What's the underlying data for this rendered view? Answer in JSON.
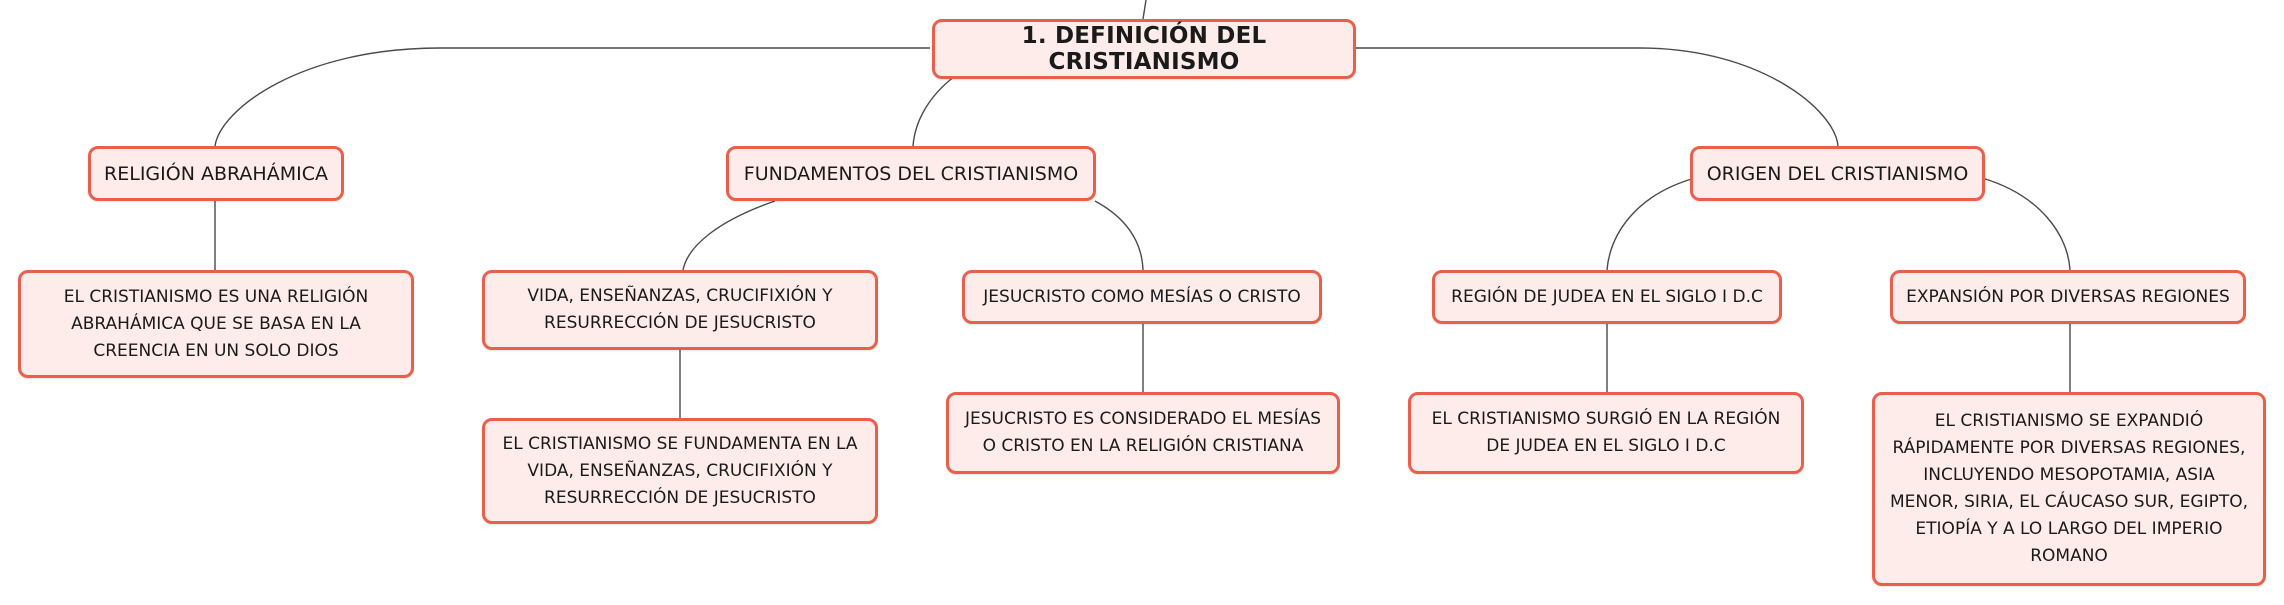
{
  "colors": {
    "node_fill": "#fdecea",
    "node_border": "#e8604c",
    "connector": "#4a4a4a",
    "text": "#1a1a1a"
  },
  "root": {
    "label": "1. DEFINICIÓN DEL CRISTIANISMO"
  },
  "branches": [
    {
      "label": "RELIGIÓN ABRAHÁMICA",
      "children": [
        {
          "label": "EL CRISTIANISMO ES UNA RELIGIÓN ABRAHÁMICA QUE SE BASA EN LA CREENCIA EN UN SOLO DIOS"
        }
      ]
    },
    {
      "label": "FUNDAMENTOS DEL CRISTIANISMO",
      "children": [
        {
          "label": "VIDA, ENSEÑANZAS, CRUCIFIXIÓN Y RESURRECCIÓN DE JESUCRISTO",
          "children": [
            {
              "label": "EL CRISTIANISMO SE FUNDAMENTA EN LA VIDA, ENSEÑANZAS, CRUCIFIXIÓN Y RESURRECCIÓN DE JESUCRISTO"
            }
          ]
        },
        {
          "label": "JESUCRISTO COMO MESÍAS O CRISTO",
          "children": [
            {
              "label": "JESUCRISTO ES CONSIDERADO EL MESÍAS O CRISTO EN LA RELIGIÓN CRISTIANA"
            }
          ]
        }
      ]
    },
    {
      "label": "ORIGEN DEL CRISTIANISMO",
      "children": [
        {
          "label": "REGIÓN DE JUDEA EN EL SIGLO I D.C",
          "children": [
            {
              "label": "EL CRISTIANISMO SURGIÓ EN LA REGIÓN DE JUDEA EN EL SIGLO I D.C"
            }
          ]
        },
        {
          "label": "EXPANSIÓN POR DIVERSAS REGIONES",
          "children": [
            {
              "label": "EL CRISTIANISMO SE EXPANDIÓ RÁPIDAMENTE POR DIVERSAS REGIONES, INCLUYENDO MESOPOTAMIA, ASIA MENOR, SIRIA, EL CÁUCASO SUR, EGIPTO, ETIOPÍA Y A LO LARGO DEL IMPERIO ROMANO"
            }
          ]
        }
      ]
    }
  ]
}
